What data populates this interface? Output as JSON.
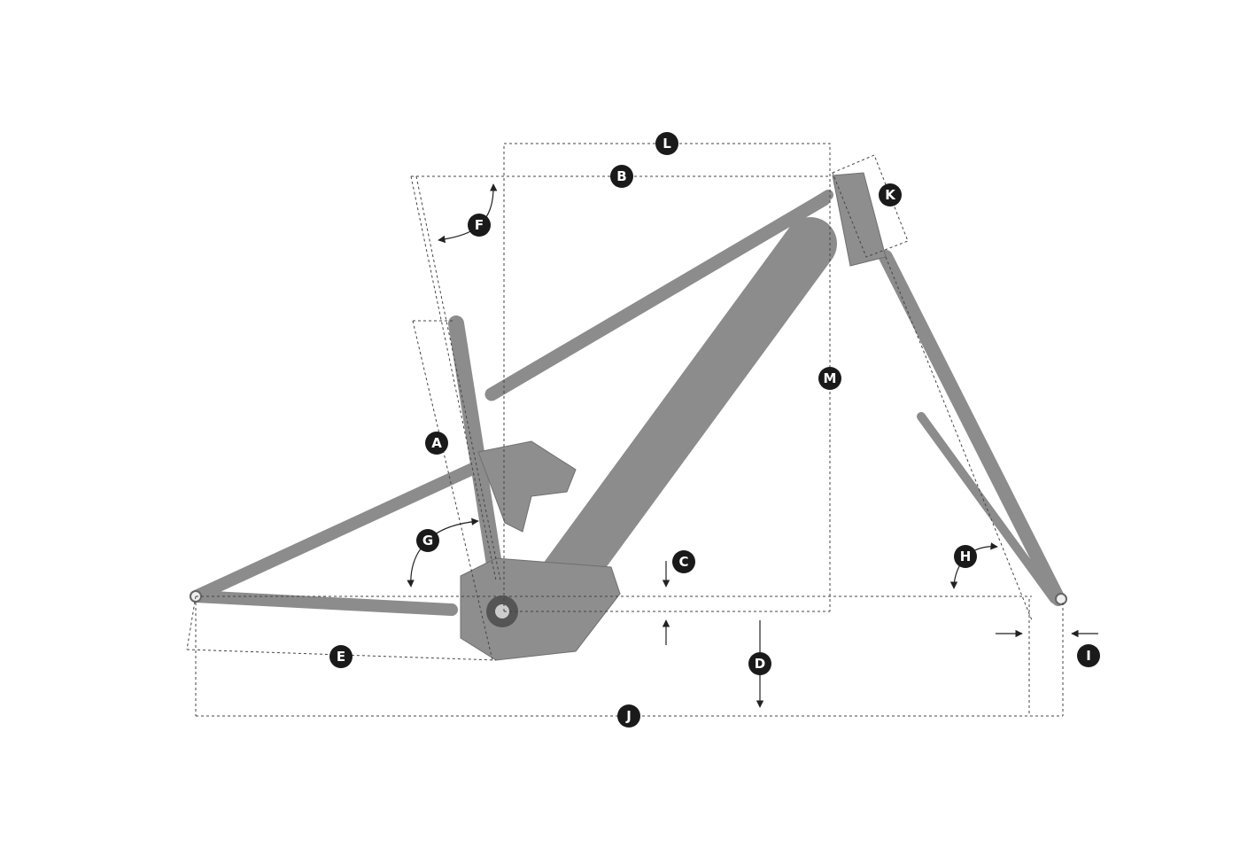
{
  "diagram": {
    "subject": "bike-frame-geometry",
    "labels": {
      "A": "A",
      "B": "B",
      "C": "C",
      "D": "D",
      "E": "E",
      "F": "F",
      "G": "G",
      "H": "H",
      "I": "I",
      "J": "J",
      "K": "K",
      "L": "L",
      "M": "M"
    },
    "colors": {
      "frame": "#8e8e8e",
      "label_bg": "#1a1a1a",
      "dim_line": "#444444"
    }
  }
}
